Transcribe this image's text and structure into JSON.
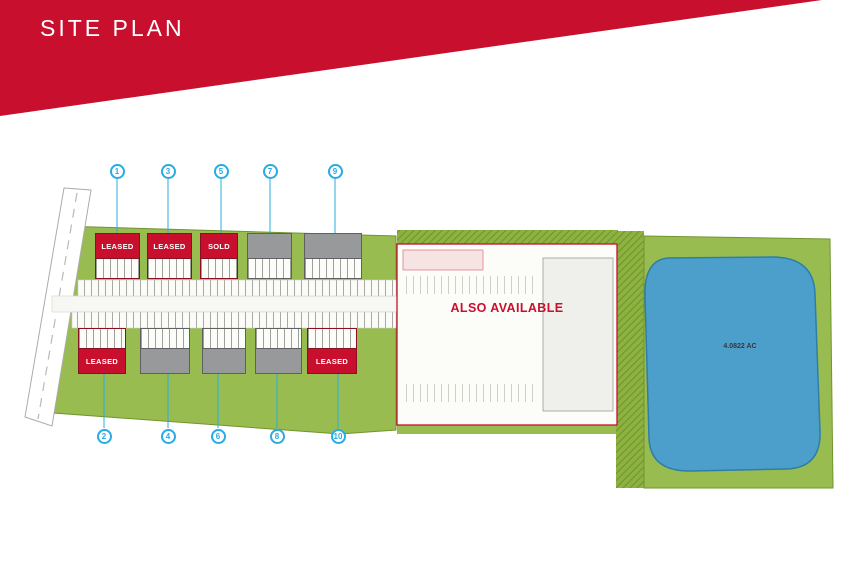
{
  "header": {
    "title": "SITE PLAN"
  },
  "plan": {
    "also_available": "ALSO AVAILABLE",
    "pond_acreage": "4.0822 AC",
    "buildings": {
      "top": [
        {
          "marker": "1",
          "label": "LEASED",
          "status": "leased"
        },
        {
          "marker": "3",
          "label": "LEASED",
          "status": "leased"
        },
        {
          "marker": "5",
          "label": "SOLD",
          "status": "sold"
        },
        {
          "marker": "7",
          "label": "",
          "status": "available"
        },
        {
          "marker": "9",
          "label": "",
          "status": "available"
        }
      ],
      "bottom": [
        {
          "marker": "2",
          "label": "LEASED",
          "status": "leased"
        },
        {
          "marker": "4",
          "label": "",
          "status": "available"
        },
        {
          "marker": "6",
          "label": "",
          "status": "available"
        },
        {
          "marker": "8",
          "label": "",
          "status": "available"
        },
        {
          "marker": "10",
          "label": "LEASED",
          "status": "leased"
        }
      ]
    },
    "colors": {
      "brand_red": "#C8102E",
      "marker_blue": "#29ABE2",
      "grass_green": "#98BC50",
      "pond_blue": "#4D9FCB"
    }
  }
}
